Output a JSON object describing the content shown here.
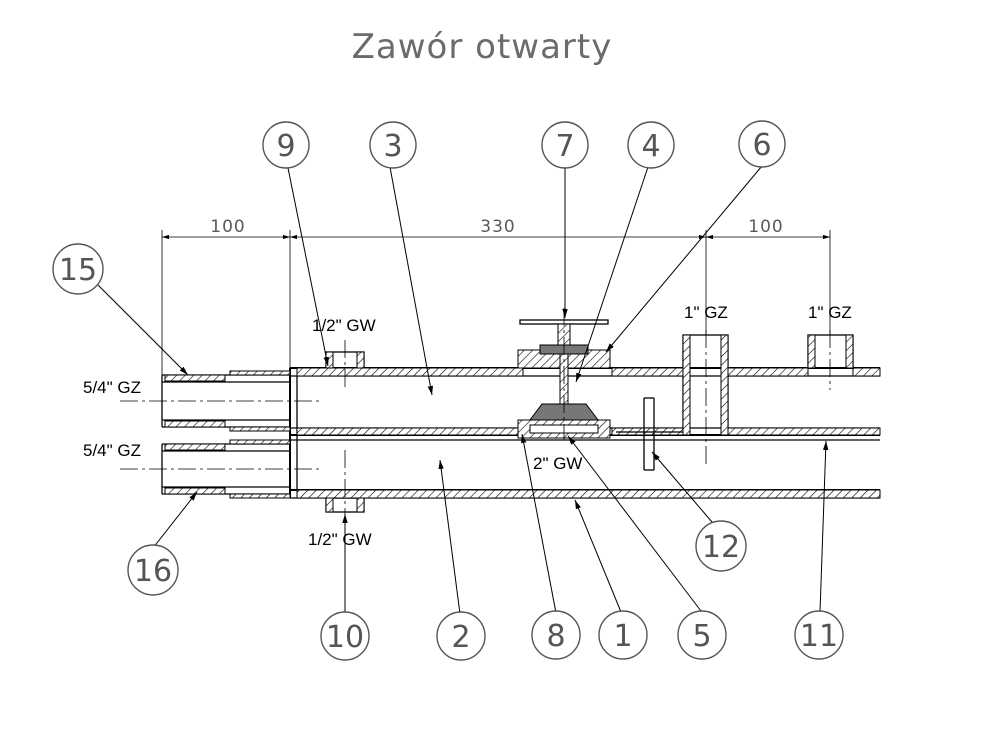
{
  "title": "Zawór otwarty",
  "dimensions": {
    "left": "100",
    "middle": "330",
    "right": "100"
  },
  "specs": {
    "gw_top": "1/2\" GW",
    "gw_bottom": "1/2\" GW",
    "gz_left_top": "5/4\" GZ",
    "gz_left_bottom": "5/4\" GZ",
    "gz_right_1": "1\" GZ",
    "gz_right_2": "1\" GZ",
    "valve_gw": "2\" GW"
  },
  "parts": {
    "p9": "9",
    "p3": "3",
    "p7": "7",
    "p4": "4",
    "p6": "6",
    "p15": "15",
    "p16": "16",
    "p12": "12",
    "p10": "10",
    "p2": "2",
    "p8": "8",
    "p1": "1",
    "p5": "5",
    "p11": "11"
  }
}
